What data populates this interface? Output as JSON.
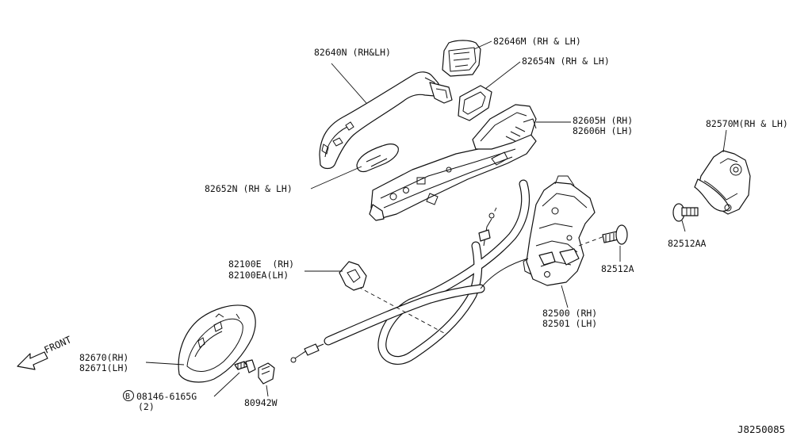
{
  "diagram": {
    "labels": [
      {
        "id": "outside-handle",
        "lines": [
          "82640N (RH&LH)"
        ]
      },
      {
        "id": "handle-cap",
        "lines": [
          "82646M (RH & LH)"
        ]
      },
      {
        "id": "handle-gasket-rear",
        "lines": [
          "82654N (RH & LH)"
        ]
      },
      {
        "id": "handle-bracket",
        "lines": [
          "82605H (RH)",
          "82606H (LH)"
        ]
      },
      {
        "id": "handle-gasket-front",
        "lines": [
          "82652N (RH & LH)"
        ]
      },
      {
        "id": "striker",
        "lines": [
          "82570M(RH & LH)"
        ]
      },
      {
        "id": "striker-screw",
        "lines": [
          "82512AA"
        ]
      },
      {
        "id": "lock-screw",
        "lines": [
          "82512A"
        ]
      },
      {
        "id": "cable-clip",
        "lines": [
          "82100E  (RH)",
          "82100EA(LH)"
        ]
      },
      {
        "id": "door-lock",
        "lines": [
          "82500 (RH)",
          "82501 (LH)"
        ]
      },
      {
        "id": "inside-handle",
        "lines": [
          "82670(RH)",
          "82671(LH)"
        ]
      },
      {
        "id": "bolt",
        "lines": [
          "08146-6165G",
          "(2)"
        ]
      },
      {
        "id": "clip",
        "lines": [
          "80942W"
        ]
      }
    ],
    "bolt_marker": "B",
    "front_label": "FRONT",
    "drawing_id": "J8250085"
  }
}
